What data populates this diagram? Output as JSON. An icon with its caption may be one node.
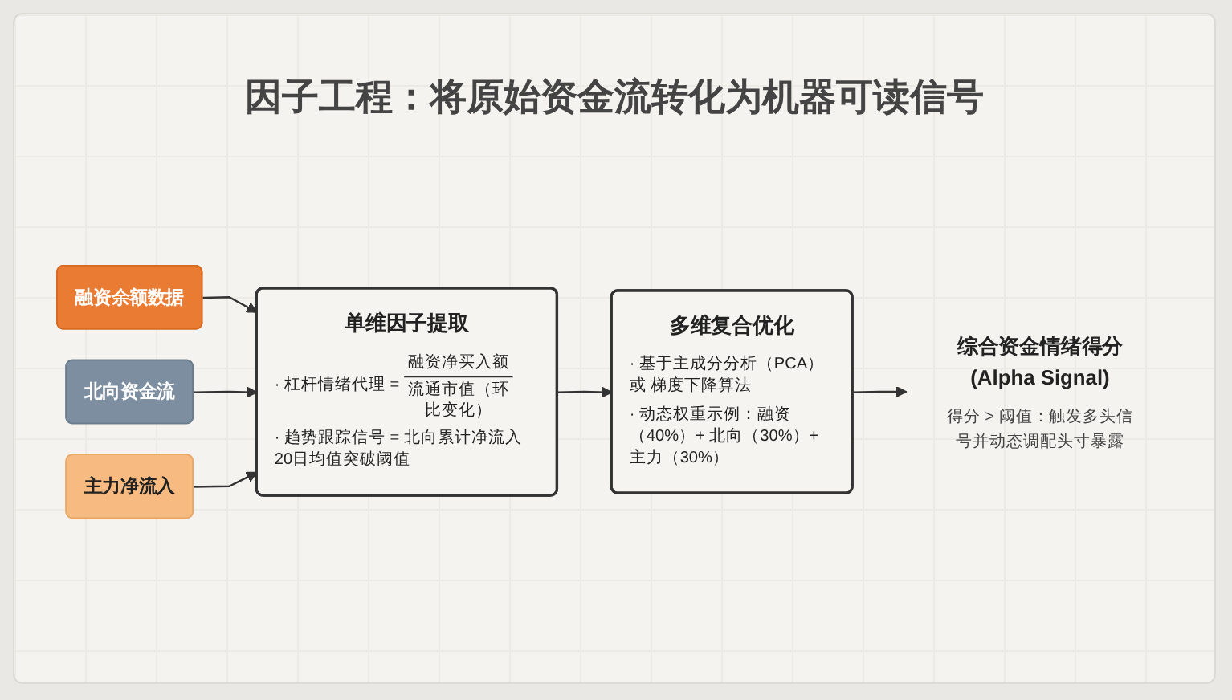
{
  "diagram": {
    "title": "因子工程：将原始资金流转化为机器可读信号",
    "nodes": [
      {
        "text": [
          "融资余额数据"
        ]
      },
      {
        "text": [
          "北向资金流"
        ]
      },
      {
        "text": [
          "主力净流入"
        ]
      },
      {
        "text": [
          "单维因子提取",
          "· 杠杆情绪代理 =",
          "融资净买入额",
          "流通市值（环比变化）",
          "· 趋势跟踪信号 = 北向累计净流入20日均值突破阈值"
        ]
      },
      {
        "text": [
          "多维复合优化",
          "· 基于主成分分析（PCA）或 梯度下降算法",
          "· 动态权重示例：融资（40%）+ 北向（30%）+ 主力（30%）"
        ]
      },
      {
        "text": [
          "综合资金情绪得分 (Alpha Signal)",
          "得分 > 阈值：触发多头信号并动态调配头寸暴露"
        ]
      }
    ],
    "edges": [
      {
        "from": 0,
        "to": 3,
        "arrow": "to"
      },
      {
        "from": 1,
        "to": 3,
        "arrow": "to"
      },
      {
        "from": 2,
        "to": 3,
        "arrow": "to"
      },
      {
        "from": 3,
        "to": 4,
        "arrow": "to"
      },
      {
        "from": 4,
        "to": 5,
        "arrow": "to"
      }
    ]
  }
}
